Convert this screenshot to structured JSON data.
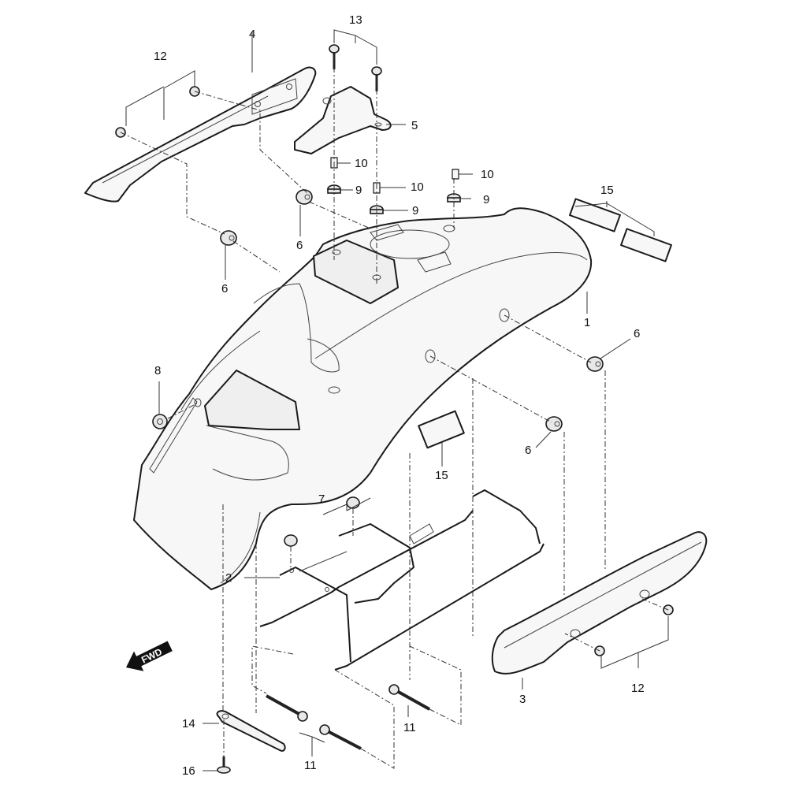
{
  "diagram": {
    "title": "Rear fender assembly exploded view",
    "direction_indicator": {
      "label": "FWD",
      "icon": "arrow-left-down"
    },
    "callouts": [
      {
        "id": "c1",
        "number": "1",
        "part": "rear fender"
      },
      {
        "id": "c2",
        "number": "2",
        "part": "fender bracket frame"
      },
      {
        "id": "c3",
        "number": "3",
        "part": "right side rail cover"
      },
      {
        "id": "c4",
        "number": "4",
        "part": "left side rail cover"
      },
      {
        "id": "c5",
        "number": "5",
        "part": "mounting stay"
      },
      {
        "id": "c6a",
        "number": "6",
        "part": "rubber grommet"
      },
      {
        "id": "c6b",
        "number": "6",
        "part": "rubber grommet"
      },
      {
        "id": "c6c",
        "number": "6",
        "part": "rubber grommet"
      },
      {
        "id": "c6d",
        "number": "6",
        "part": "rubber grommet"
      },
      {
        "id": "c7",
        "number": "7",
        "part": "clip nut"
      },
      {
        "id": "c8",
        "number": "8",
        "part": "grommet"
      },
      {
        "id": "c9a",
        "number": "9",
        "part": "rubber mount"
      },
      {
        "id": "c9b",
        "number": "9",
        "part": "rubber mount"
      },
      {
        "id": "c9c",
        "number": "9",
        "part": "rubber mount"
      },
      {
        "id": "c10a",
        "number": "10",
        "part": "collar"
      },
      {
        "id": "c10b",
        "number": "10",
        "part": "collar"
      },
      {
        "id": "c10c",
        "number": "10",
        "part": "collar"
      },
      {
        "id": "c11a",
        "number": "11",
        "part": "flange bolt"
      },
      {
        "id": "c11b",
        "number": "11",
        "part": "flange bolt"
      },
      {
        "id": "c12a",
        "number": "12",
        "part": "nut"
      },
      {
        "id": "c12b",
        "number": "12",
        "part": "nut"
      },
      {
        "id": "c13",
        "number": "13",
        "part": "screw"
      },
      {
        "id": "c14",
        "number": "14",
        "part": "strap"
      },
      {
        "id": "c15a",
        "number": "15",
        "part": "cushion pad"
      },
      {
        "id": "c15b",
        "number": "15",
        "part": "cushion pad"
      },
      {
        "id": "c16",
        "number": "16",
        "part": "screw"
      }
    ]
  }
}
